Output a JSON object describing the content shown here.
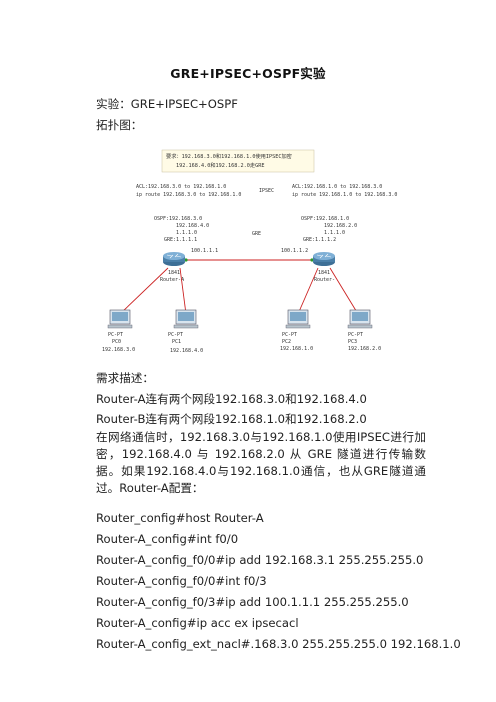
{
  "doc": {
    "title": "GRE+IPSEC+OSPF实验",
    "experiment_line": "实验：GRE+IPSEC+OSPF",
    "topology_label": "拓扑图：",
    "requirement_heading": "需求描述：",
    "req_line1": "Router-A连有两个网段192.168.3.0和192.168.4.0",
    "req_line2": "Router-B连有两个网段192.168.1.0和192.168.2.0",
    "req_paragraph": "在网络通信时，192.168.3.0与192.168.1.0使用IPSEC进行加密，192.168.4.0 与 192.168.2.0 从 GRE 隧道进行传输数据。如果192.168.4.0与192.168.1.0通信，也从GRE隧道通过。Router-A配置：",
    "config_lines": [
      "Router_config#host Router-A",
      "Router-A_config#int f0/0",
      "Router-A_config_f0/0#ip add 192.168.3.1 255.255.255.0",
      "Router-A_config_f0/0#int f0/3",
      "Router-A_config_f0/3#ip add 100.1.1.1 255.255.255.0",
      "Router-A_config#ip acc ex ipsecacl",
      "Router-A_config_ext_nacl#.168.3.0 255.255.255.0 192.168.1.0"
    ]
  },
  "topology": {
    "req_note_line1": "要求：192.168.3.0和192.168.1.0使用IPSEC加密",
    "req_note_line2": "192.168.4.0和192.168.2.0走GRE",
    "acl_left_line1": "ACL:192.168.3.0 to 192.168.1.0",
    "acl_left_line2": "ip route 192.168.3.0 to 192.168.1.0",
    "ipsec_label": "IPSEC",
    "acl_right_line1": "ACL:192.168.1.0 to 192.168.3.0",
    "acl_right_line2": "ip route 192.168.1.0 to 192.168.3.0",
    "ospf_left": [
      "OSPF:192.168.3.0",
      "192.168.4.0",
      "1.1.1.0",
      "GRE:1.1.1.1"
    ],
    "ospf_right": [
      "OSPF:192.168.1.0",
      "192.168.2.0",
      "1.1.1.0",
      "GRE:1.1.1.2"
    ],
    "link_left_ip": "100.1.1.1",
    "link_right_ip": "100.1.1.2",
    "gre_label": "GRE",
    "router_a_model": "1841",
    "router_a_name": "Router-A",
    "router_b_model": "1841",
    "router_b_name": "Router-",
    "pcs": [
      {
        "type": "PC-PT",
        "name": "PC0",
        "ip": "192.168.3.0"
      },
      {
        "type": "PC-PT",
        "name": "PC1",
        "ip": "192.168.4.0"
      },
      {
        "type": "PC-PT",
        "name": "PC2",
        "ip": "192.168.1.0"
      },
      {
        "type": "PC-PT",
        "name": "PC3",
        "ip": "192.168.2.0"
      }
    ],
    "colors": {
      "link": "#cc2222",
      "router": "#4a7fa8",
      "note_bg": "#fffbe6"
    }
  }
}
